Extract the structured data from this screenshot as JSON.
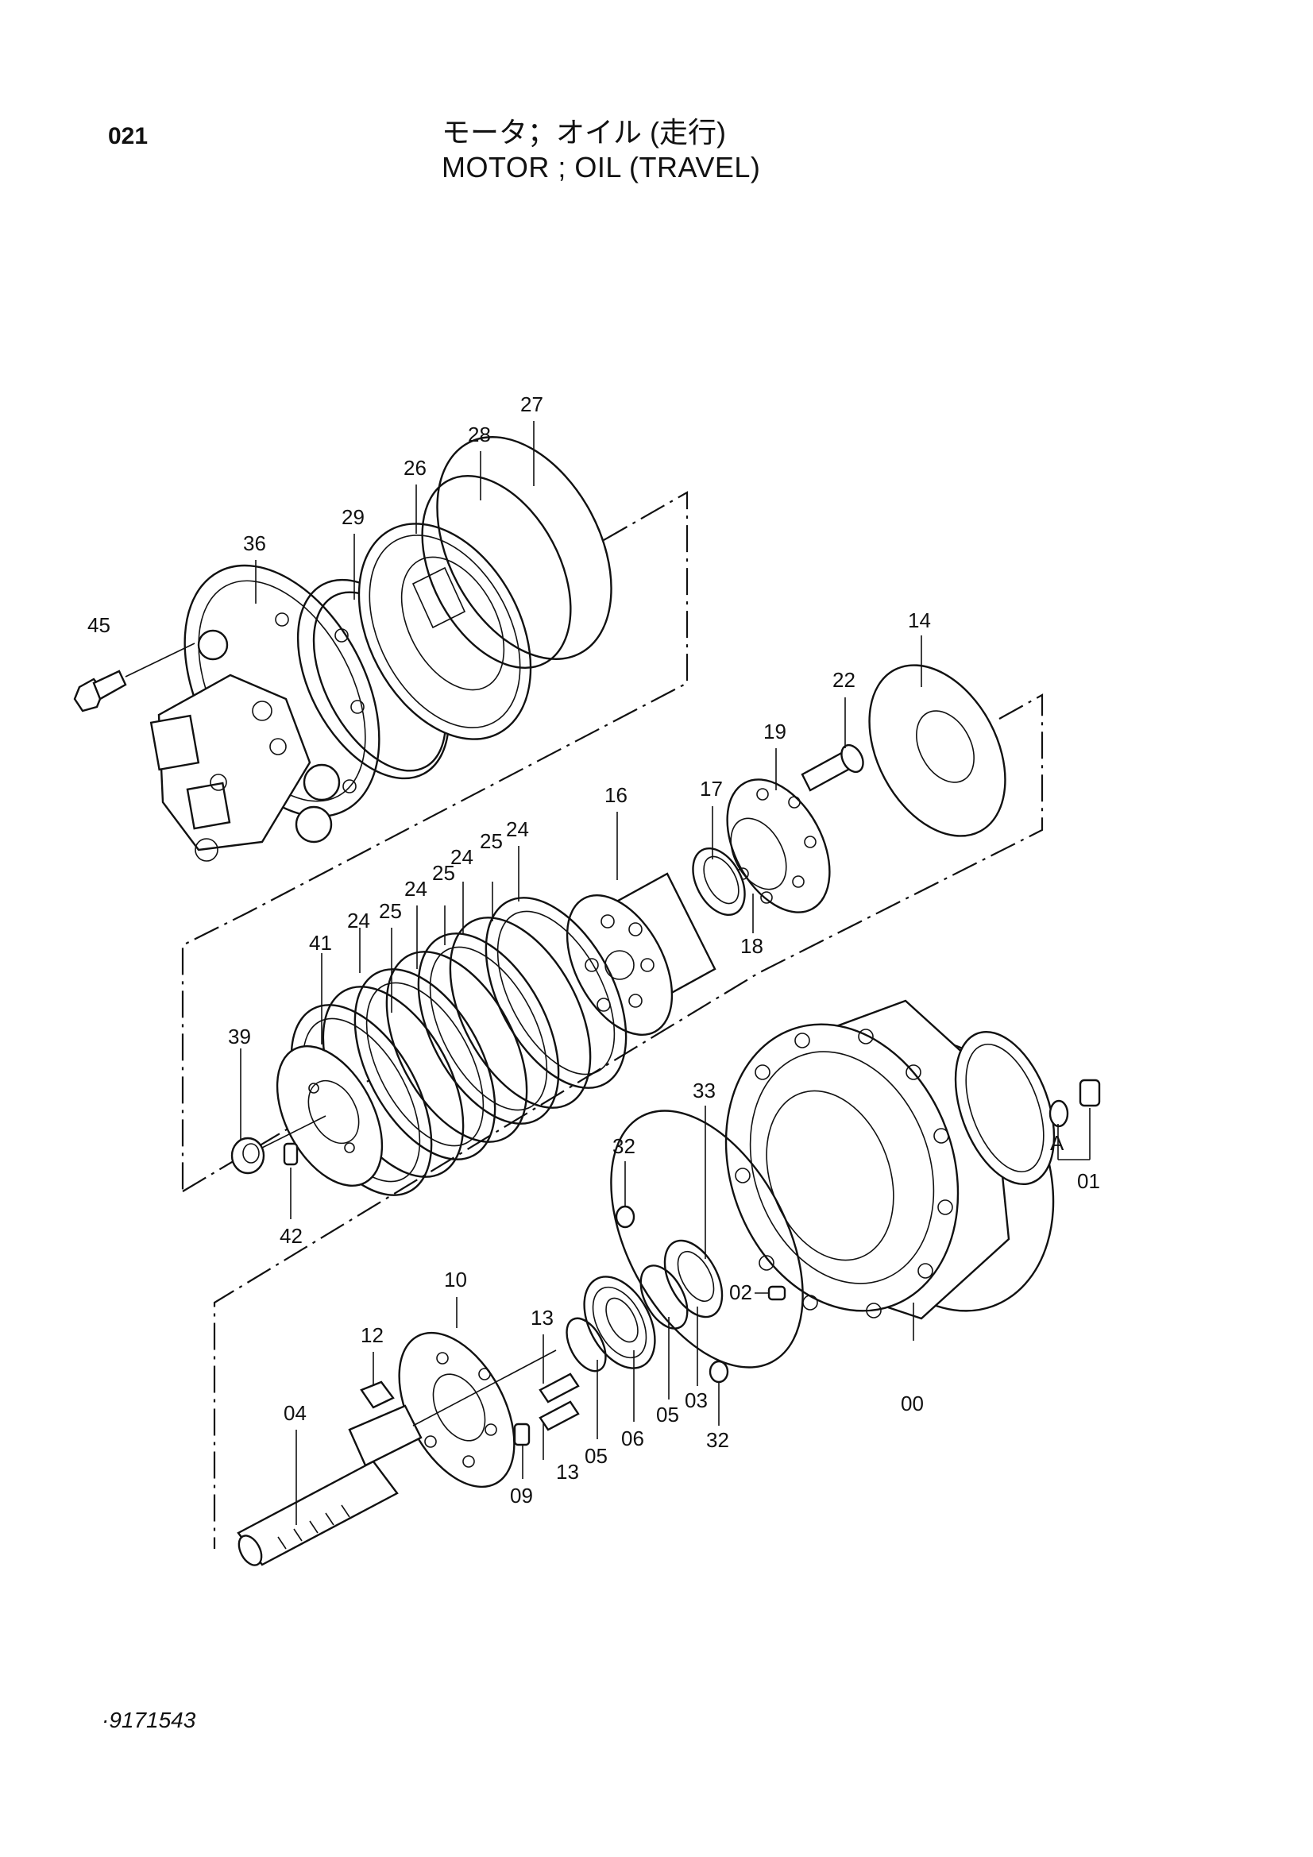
{
  "header": {
    "page_number": "021",
    "title_jp": "モータ；オイル (走行)",
    "title_en": "MOTOR ; OIL (TRAVEL)"
  },
  "footer": {
    "document_number": "·9171543"
  },
  "callouts": {
    "c27": "27",
    "c28": "28",
    "c26": "26",
    "c29": "29",
    "c36": "36",
    "c45": "45",
    "c14": "14",
    "c22": "22",
    "c19": "19",
    "c17": "17",
    "c16": "16",
    "c18": "18",
    "c24a": "24",
    "c25a": "25",
    "c24b": "24",
    "c25b": "25",
    "c24c": "24",
    "c25c": "25",
    "c24d": "24",
    "c41": "41",
    "c39": "39",
    "c42": "42",
    "c33": "33",
    "c32a": "32",
    "c32b": "32",
    "c01": "01",
    "cA": "A",
    "c02": "02",
    "c00": "00",
    "c10": "10",
    "c12": "12",
    "c13a": "13",
    "c13b": "13",
    "c04": "04",
    "c09": "09",
    "c05a": "05",
    "c06": "06",
    "c05b": "05",
    "c03": "03"
  }
}
